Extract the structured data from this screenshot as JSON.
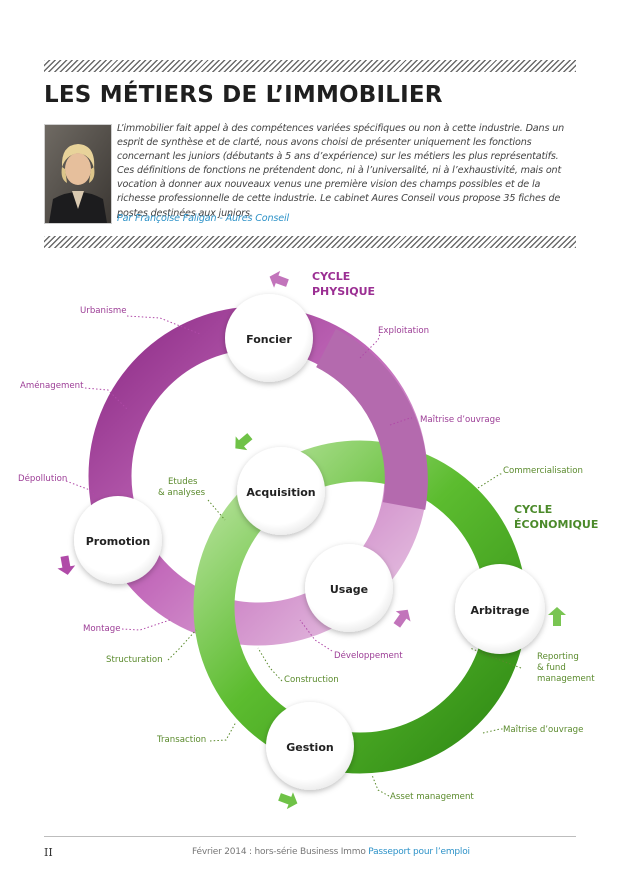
{
  "header": {
    "title": "LES MÉTIERS DE L’IMMOBILIER",
    "intro": "L’immobilier fait appel à des compétences variées spécifiques ou non à cette industrie. Dans un esprit de synthèse et de clarté, nous avons choisi de présenter uniquement les fonctions concernant les juniors (débutants à 5 ans d’expérience) sur les métiers les plus représentatifs. Ces définitions de fonctions ne prétendent donc, ni à l’universalité, ni à l’exhaustivité, mais ont vocation à donner aux nouveaux venus une première vision des champs possibles et de la richesse professionnelle de cette industrie. Le cabinet Aures Conseil vous propose 35 fiches de postes destinées aux juniors.",
    "byline": "Par Françoise Faligan - Aures Conseil"
  },
  "diagram": {
    "colors": {
      "physique": "#a23c9c",
      "economique": "#58b82e",
      "physique_label": "#9b2f93",
      "economique_label": "#4b8a2a",
      "physique_text": "#9c3d96",
      "economique_text": "#5a8a2c"
    },
    "cycle_physique": {
      "title": [
        "CYCLE",
        "PHYSIQUE"
      ],
      "nodes": [
        "Foncier",
        "Promotion"
      ],
      "labels": [
        "Urbanisme",
        "Exploitation",
        "Aménagement",
        "Maîtrise d’ouvrage",
        "Dépollution",
        "Montage",
        "Développement"
      ]
    },
    "cycle_economique": {
      "title": [
        "CYCLE",
        "ÉCONOMIQUE"
      ],
      "nodes": [
        "Arbitrage",
        "Gestion"
      ],
      "labels": [
        "Commercialisation",
        "Etudes",
        "& analyses",
        "Structuration",
        "Construction",
        "Reporting",
        "& fund",
        "management",
        "Maîtrise d’ouvrage",
        "Transaction",
        "Asset management"
      ]
    },
    "shared_nodes": [
      "Acquisition",
      "Usage"
    ]
  },
  "footer": {
    "page_number": "II",
    "publication": "Février 2014 : hors-série Business Immo ",
    "link": "Passeport pour l’emploi"
  }
}
